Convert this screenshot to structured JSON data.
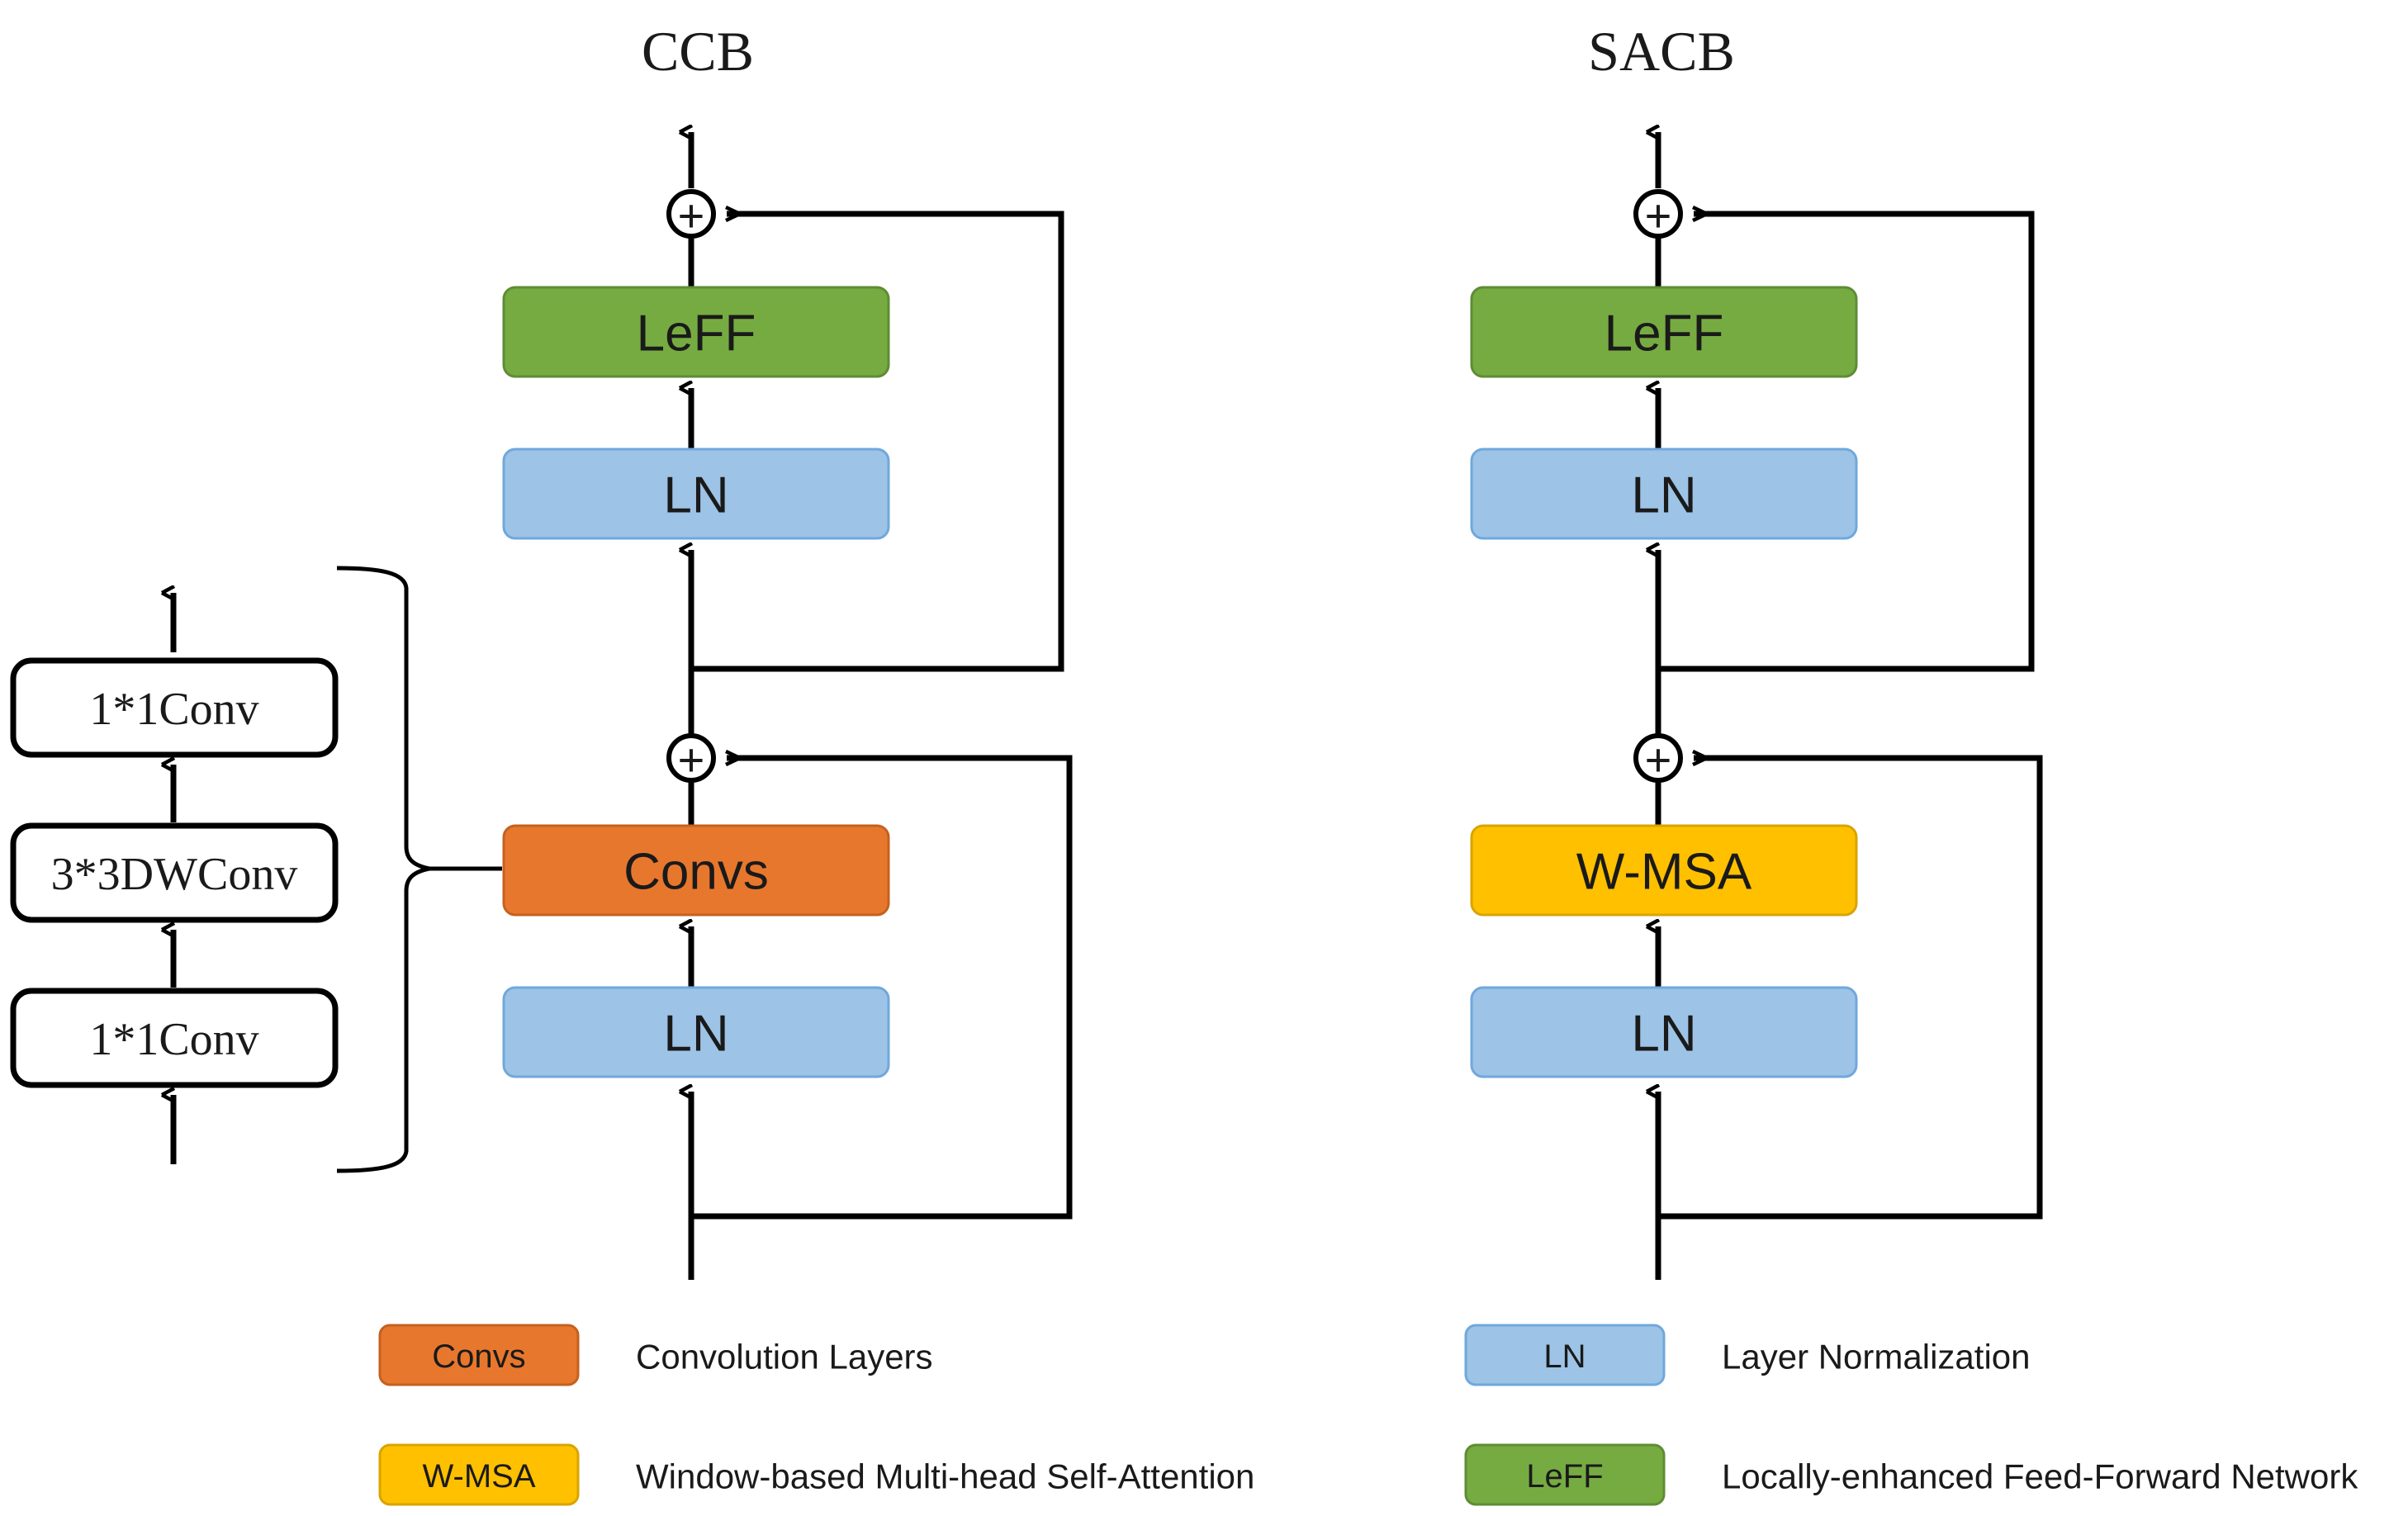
{
  "figure": {
    "background": "#ffffff",
    "line_color": "#000000"
  },
  "colors": {
    "convs_fill": "#E8772E",
    "convs_stroke": "#C4611F",
    "wmsa_fill": "#FFC000",
    "wmsa_stroke": "#D9A400",
    "ln_fill": "#9DC3E6",
    "ln_stroke": "#6FA8DC",
    "leff_fill": "#76AB41",
    "leff_stroke": "#5E8C33",
    "plain_fill": "#FFFFFF",
    "plain_stroke": "#000000",
    "text": "#1A1A1A"
  },
  "columns": {
    "ccb": {
      "title": "CCB",
      "blocks": [
        {
          "id": "ccb-leff",
          "label": "LeFF",
          "style": "leff"
        },
        {
          "id": "ccb-ln-top",
          "label": "LN",
          "style": "ln"
        },
        {
          "id": "ccb-convs",
          "label": "Convs",
          "style": "convs"
        },
        {
          "id": "ccb-ln-bottom",
          "label": "LN",
          "style": "ln"
        }
      ],
      "adders": [
        {
          "id": "ccb-add-top",
          "symbol": "+"
        },
        {
          "id": "ccb-add-mid",
          "symbol": "+"
        }
      ]
    },
    "sacb": {
      "title": "SACB",
      "blocks": [
        {
          "id": "sacb-leff",
          "label": "LeFF",
          "style": "leff"
        },
        {
          "id": "sacb-ln-top",
          "label": "LN",
          "style": "ln"
        },
        {
          "id": "sacb-wmsa",
          "label": "W-MSA",
          "style": "wmsa"
        },
        {
          "id": "sacb-ln-bottom",
          "label": "LN",
          "style": "ln"
        }
      ],
      "adders": [
        {
          "id": "sacb-add-top",
          "symbol": "+"
        },
        {
          "id": "sacb-add-mid",
          "symbol": "+"
        }
      ]
    }
  },
  "convs_expansion": {
    "blocks": [
      {
        "id": "expand-conv-top",
        "label": "1*1Conv"
      },
      {
        "id": "expand-dwconv",
        "label": "3*3DWConv"
      },
      {
        "id": "expand-conv-bottom",
        "label": "1*1Conv"
      }
    ]
  },
  "legend": {
    "left": [
      {
        "chip": "Convs",
        "style": "convs",
        "description": "Convolution Layers"
      },
      {
        "chip": "W-MSA",
        "style": "wmsa",
        "description": "Window-based Multi-head Self-Attention"
      }
    ],
    "right": [
      {
        "chip": "LN",
        "style": "ln",
        "description": "Layer Normalization"
      },
      {
        "chip": "LeFF",
        "style": "leff",
        "description": "Locally-enhanced Feed-Forward Network"
      }
    ]
  }
}
